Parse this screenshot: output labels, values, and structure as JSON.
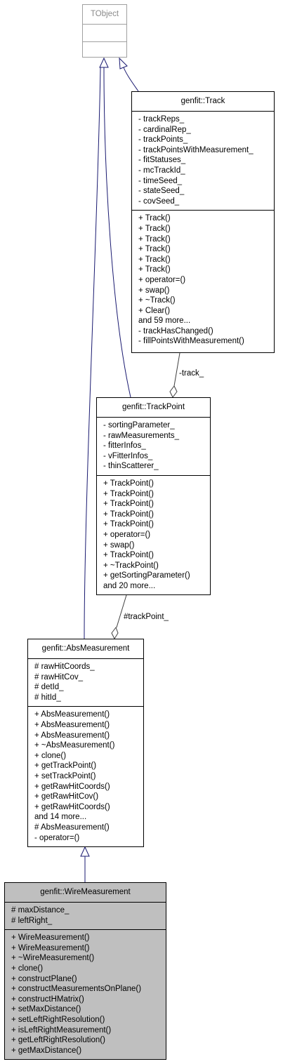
{
  "classes": {
    "tobject": {
      "title": "TObject",
      "attributes": [],
      "methods": []
    },
    "track": {
      "title": "genfit::Track",
      "attributes": [
        "- trackReps_",
        "- cardinalRep_",
        "- trackPoints_",
        "- trackPointsWithMeasurement_",
        "- fitStatuses_",
        "- mcTrackId_",
        "- timeSeed_",
        "- stateSeed_",
        "- covSeed_"
      ],
      "methods": [
        "+ Track()",
        "+ Track()",
        "+ Track()",
        "+ Track()",
        "+ Track()",
        "+ Track()",
        "+ operator=()",
        "+ swap()",
        "+ ~Track()",
        "+ Clear()",
        "and 59 more...",
        "- trackHasChanged()",
        "- fillPointsWithMeasurement()"
      ]
    },
    "trackpoint": {
      "title": "genfit::TrackPoint",
      "attributes": [
        "- sortingParameter_",
        "- rawMeasurements_",
        "- fitterInfos_",
        "- vFitterInfos_",
        "- thinScatterer_"
      ],
      "methods": [
        "+ TrackPoint()",
        "+ TrackPoint()",
        "+ TrackPoint()",
        "+ TrackPoint()",
        "+ TrackPoint()",
        "+ operator=()",
        "+ swap()",
        "+ TrackPoint()",
        "+ ~TrackPoint()",
        "+ getSortingParameter()",
        "and 20 more..."
      ]
    },
    "absmeasurement": {
      "title": "genfit::AbsMeasurement",
      "attributes": [
        "# rawHitCoords_",
        "# rawHitCov_",
        "# detId_",
        "# hitId_"
      ],
      "methods": [
        "+ AbsMeasurement()",
        "+ AbsMeasurement()",
        "+ AbsMeasurement()",
        "+ ~AbsMeasurement()",
        "+ clone()",
        "+ getTrackPoint()",
        "+ setTrackPoint()",
        "+ getRawHitCoords()",
        "+ getRawHitCov()",
        "+ getRawHitCoords()",
        "and 14 more...",
        "# AbsMeasurement()",
        "- operator=()"
      ]
    },
    "wiremeasurement": {
      "title": "genfit::WireMeasurement",
      "attributes": [
        "# maxDistance_",
        "# leftRight_"
      ],
      "methods": [
        "+ WireMeasurement()",
        "+ WireMeasurement()",
        "+ ~WireMeasurement()",
        "+ clone()",
        "+ constructPlane()",
        "+ constructMeasurementsOnPlane()",
        "+ constructHMatrix()",
        "+ setMaxDistance()",
        "+ setLeftRightResolution()",
        "+ isLeftRightMeasurement()",
        "+ getLeftRightResolution()",
        "+ getMaxDistance()"
      ]
    }
  },
  "edge_labels": {
    "track": "-track_",
    "trackpoint": "#trackPoint_"
  },
  "colors": {
    "inheritance": "#191970",
    "composition": "#404040",
    "highlight": "#bfbfbf",
    "external": "#a0a0a0"
  }
}
